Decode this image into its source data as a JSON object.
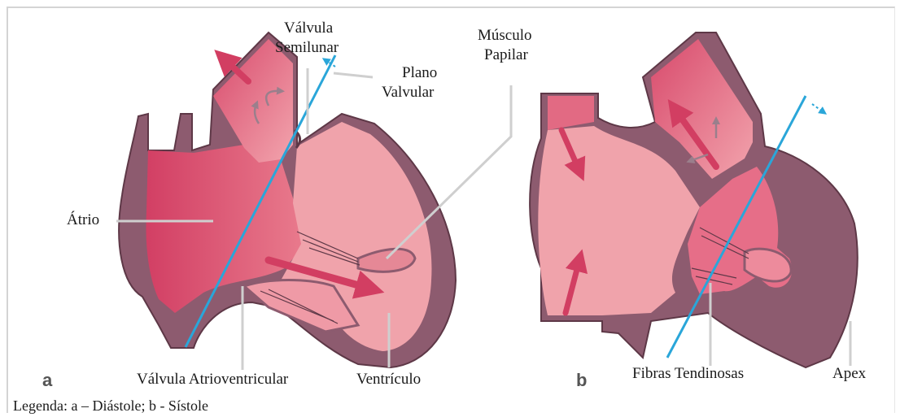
{
  "figure": {
    "panel_a": "a",
    "panel_b": "b",
    "labels": {
      "valvula_semilunar_1": "Válvula",
      "valvula_semilunar_2": "Semilunar",
      "plano_valvular_1": "Plano",
      "plano_valvular_2": "Valvular",
      "musculo_papilar_1": "Músculo",
      "musculo_papilar_2": "Papilar",
      "atrio": "Átrio",
      "valvula_atrioventricular": "Válvula Atrioventricular",
      "ventriculo": "Ventrículo",
      "fibras_tendinosas": "Fibras Tendinosas",
      "apex": "Apex"
    },
    "legend": "Legenda: a – Diástole; b - Sístole"
  },
  "colors": {
    "wall": "#8d5b6f",
    "wall_stroke": "#5e3847",
    "chamber_light": "#f0a3ab",
    "chamber_dark": "#d9486a",
    "arrow": "#d23e62",
    "plane_line": "#2aa6d9",
    "leader": "#cfcfcf"
  }
}
